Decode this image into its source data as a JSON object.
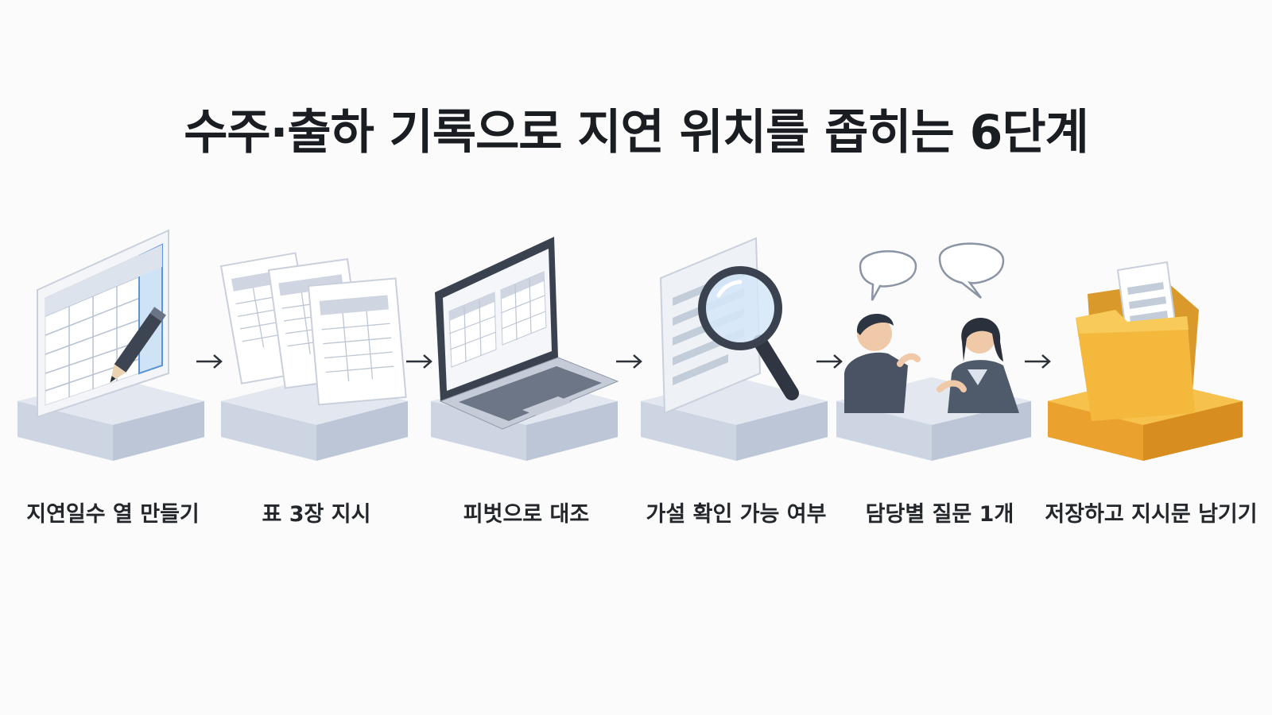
{
  "title": "수주·출하 기록으로 지연 위치를 좁히는 6단계",
  "steps": [
    {
      "label": "지연일수 열 만들기",
      "icon": "spreadsheet-pencil-icon"
    },
    {
      "label": "표 3장 지시",
      "icon": "three-tables-icon"
    },
    {
      "label": "피벗으로 대조",
      "icon": "laptop-pivot-icon"
    },
    {
      "label": "가설 확인 가능 여부",
      "icon": "document-magnifier-icon"
    },
    {
      "label": "담당별 질문 1개",
      "icon": "two-people-speech-icon"
    },
    {
      "label": "저장하고 지시문 남기기",
      "icon": "folder-document-icon"
    }
  ],
  "colors": {
    "platform": "#d7dde8",
    "platform_gold": "#f2b53a",
    "accent_blue": "#6aa2d8",
    "dark": "#3a4250"
  }
}
